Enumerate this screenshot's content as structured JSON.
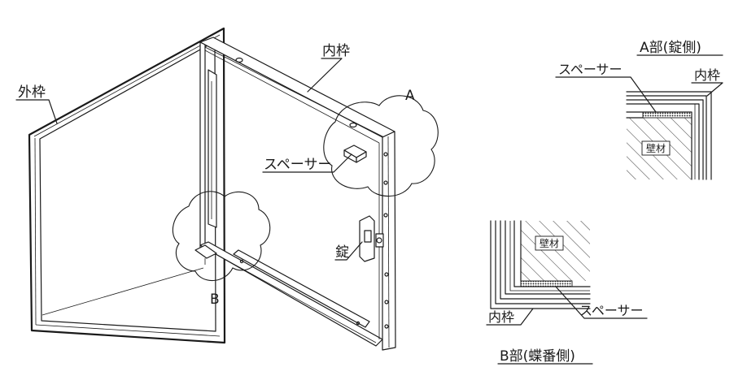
{
  "labels": {
    "outer_frame": "外枠",
    "inner_frame_main": "内枠",
    "detail_a_marker": "A",
    "detail_b_marker": "B",
    "spacer_main": "スペーサー",
    "lock_main": "錠",
    "detail_a_title": "A部(錠側)",
    "detail_a_spacer": "スペーサー",
    "detail_a_inner_frame": "内枠",
    "detail_a_wall": "壁材",
    "detail_b_title": "B部(蝶番側)",
    "detail_b_spacer": "スペーサー",
    "detail_b_inner_frame": "内枠",
    "detail_b_wall": "壁材"
  },
  "colors": {
    "line": "#1a1a1a",
    "background": "#ffffff",
    "spacer_fill": "#b5b5b5"
  }
}
